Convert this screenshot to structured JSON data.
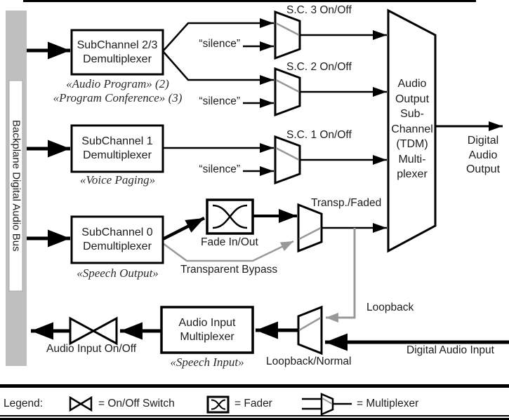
{
  "bus": {
    "label": "Backplane Digital Audio Bus"
  },
  "blocks": {
    "demux23": {
      "title": [
        "SubChannel 2/3",
        "Demultiplexer"
      ],
      "captions": [
        "«Audio Program» (2)",
        "«Program Conference» (3)"
      ]
    },
    "demux1": {
      "title": [
        "SubChannel 1",
        "Demultiplexer"
      ],
      "caption": "«Voice Paging»"
    },
    "demux0": {
      "title": [
        "SubChannel 0",
        "Demultiplexer"
      ],
      "caption": "«Speech Output»"
    },
    "fader": {
      "label": "Fade In/Out"
    },
    "output_mux": {
      "lines": [
        "Audio",
        "Output",
        "Sub-",
        "Channel",
        "(TDM)",
        "Multi-",
        "plexer"
      ]
    },
    "input_mux": {
      "title": [
        "Audio Input",
        "Multiplexer"
      ],
      "caption": "«Speech Input»"
    }
  },
  "switch_labels": {
    "sc3": "S.C. 3 On/Off",
    "sc2": "S.C. 2 On/Off",
    "sc1": "S.C. 1 On/Off",
    "silence": "“silence”",
    "transp_faded": "Transp./Faded",
    "transparent_bypass": "Transparent Bypass",
    "loopback": "Loopback",
    "loopback_normal": "Loopback/Normal",
    "audio_input_onoff": "Audio Input On/Off"
  },
  "io_labels": {
    "digital_audio_output": [
      "Digital",
      "Audio",
      "Output"
    ],
    "digital_audio_input": "Digital Audio Input"
  },
  "legend": {
    "title": "Legend:",
    "onoff_switch": "= On/Off Switch",
    "fader": "= Fader",
    "multiplexer": "= Multiplexer"
  },
  "colors": {
    "line": "#000000",
    "gray_line": "#999999",
    "bus_fill": "#bfbfbf",
    "background": "#ffffff"
  }
}
